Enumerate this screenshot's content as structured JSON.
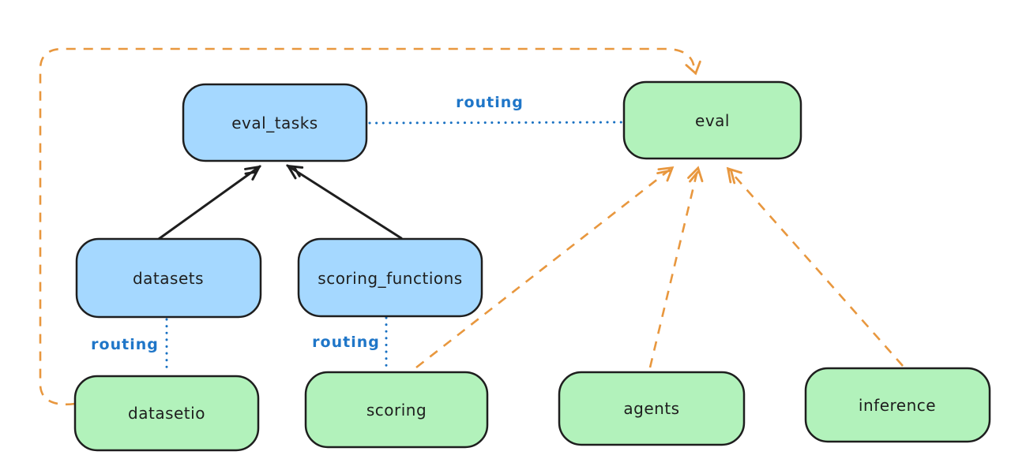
{
  "diagram": {
    "kind": "architecture-diagram",
    "colors": {
      "background": "#ffffff",
      "registry_fill": "#a5d8ff",
      "provider_fill": "#b2f2bb",
      "node_stroke": "#1e1e1e",
      "solid_arrow": "#1e1e1e",
      "routing_blue": "#1f76c8",
      "dashed_orange": "#e8973e"
    },
    "nodes": [
      {
        "id": "eval_tasks",
        "label": "eval_tasks",
        "color": "blue"
      },
      {
        "id": "datasets",
        "label": "datasets",
        "color": "blue"
      },
      {
        "id": "scoring_functions",
        "label": "scoring_functions",
        "color": "blue"
      },
      {
        "id": "eval",
        "label": "eval",
        "color": "green"
      },
      {
        "id": "datasetio",
        "label": "datasetio",
        "color": "green"
      },
      {
        "id": "scoring",
        "label": "scoring",
        "color": "green"
      },
      {
        "id": "agents",
        "label": "agents",
        "color": "green"
      },
      {
        "id": "inference",
        "label": "inference",
        "color": "green"
      }
    ],
    "edges": [
      {
        "from": "datasets",
        "to": "eval_tasks",
        "style": "solid-arrow",
        "color": "black"
      },
      {
        "from": "scoring_functions",
        "to": "eval_tasks",
        "style": "solid-arrow",
        "color": "black"
      },
      {
        "from": "eval_tasks",
        "to": "eval",
        "style": "dotted-line",
        "color": "blue",
        "label": "routing"
      },
      {
        "from": "datasets",
        "to": "datasetio",
        "style": "dotted-line",
        "color": "blue",
        "label": "routing"
      },
      {
        "from": "scoring_functions",
        "to": "scoring",
        "style": "dotted-line",
        "color": "blue",
        "label": "routing"
      },
      {
        "from": "datasetio",
        "to": "eval",
        "style": "dashed-arrow",
        "color": "orange"
      },
      {
        "from": "scoring",
        "to": "eval",
        "style": "dashed-arrow",
        "color": "orange"
      },
      {
        "from": "agents",
        "to": "eval",
        "style": "dashed-arrow",
        "color": "orange"
      },
      {
        "from": "inference",
        "to": "eval",
        "style": "dashed-arrow",
        "color": "orange"
      }
    ]
  }
}
